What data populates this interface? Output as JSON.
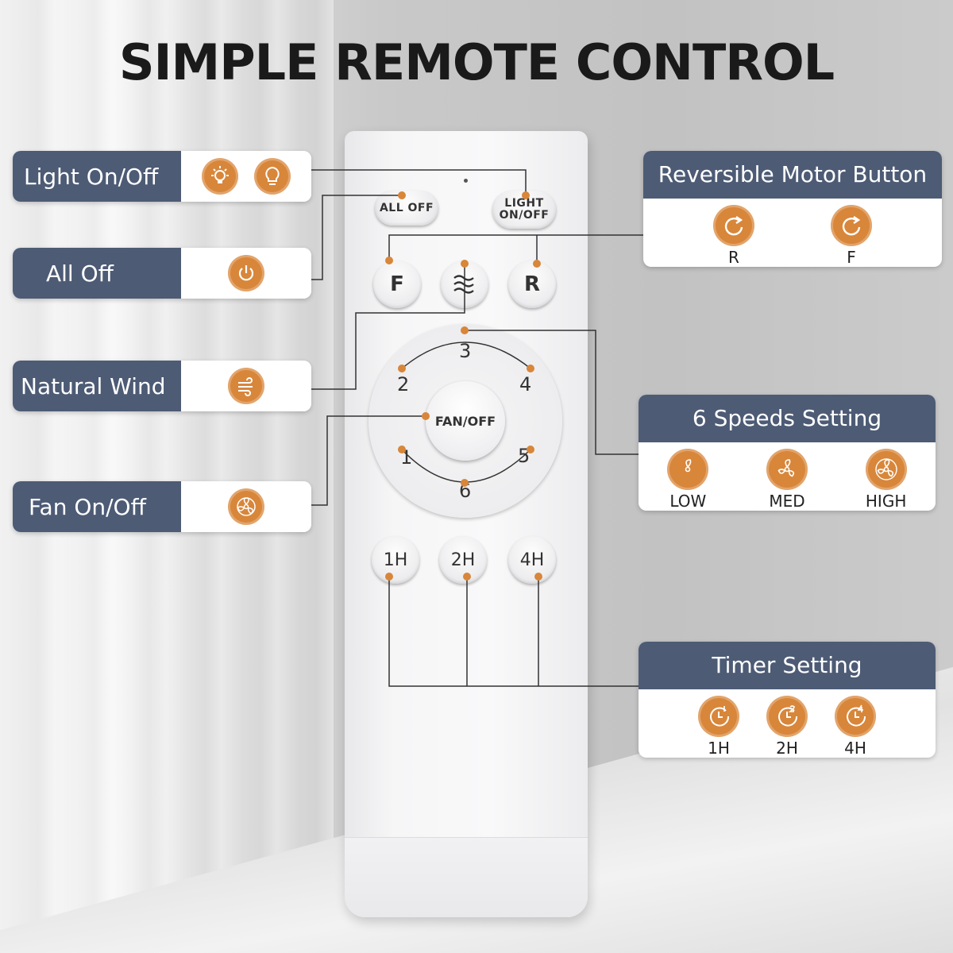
{
  "title": "SIMPLE REMOTE CONTROL",
  "colors": {
    "panel": "#4d5b75",
    "accent": "#d8863a",
    "wire": "#333333"
  },
  "remote": {
    "btn_all_off": "ALL OFF",
    "btn_light_line1": "LIGHT",
    "btn_light_line2": "ON/OFF",
    "btn_f": "F",
    "btn_r": "R",
    "dial": {
      "center": "FAN/OFF",
      "n1": "1",
      "n2": "2",
      "n3": "3",
      "n4": "4",
      "n5": "5",
      "n6": "6"
    },
    "timer_1h": "1H",
    "timer_2h": "2H",
    "timer_4h": "4H"
  },
  "callouts": {
    "light": {
      "label": "Light On/Off",
      "icons": [
        "sun-bulb-icon",
        "bulb-icon"
      ]
    },
    "all_off": {
      "label": "All Off",
      "icons": [
        "power-icon"
      ]
    },
    "natural_wind": {
      "label": "Natural Wind",
      "icons": [
        "wind-icon"
      ]
    },
    "fan": {
      "label": "Fan On/Off",
      "icons": [
        "fan-icon"
      ]
    },
    "reversible": {
      "title": "Reversible Motor Button",
      "items": [
        {
          "caption": "R",
          "icon": "rotate-icon"
        },
        {
          "caption": "F",
          "icon": "rotate-icon"
        }
      ]
    },
    "speeds": {
      "title": "6 Speeds Setting",
      "items": [
        {
          "caption": "LOW",
          "icon": "fan-low-icon"
        },
        {
          "caption": "MED",
          "icon": "fan-med-icon"
        },
        {
          "caption": "HIGH",
          "icon": "fan-high-icon"
        }
      ]
    },
    "timer": {
      "title": "Timer Setting",
      "items": [
        {
          "caption": "1H",
          "icon": "clock-1-icon"
        },
        {
          "caption": "2H",
          "icon": "clock-2-icon"
        },
        {
          "caption": "4H",
          "icon": "clock-4-icon"
        }
      ]
    }
  }
}
